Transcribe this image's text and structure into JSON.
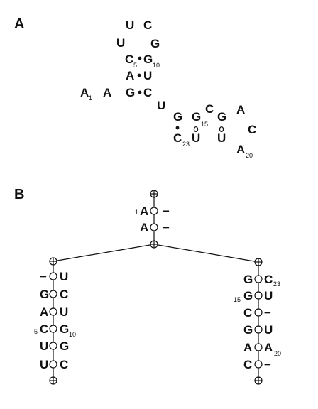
{
  "panelA": {
    "label": "A",
    "nucleotides": {
      "A1": "A",
      "A2": "A",
      "G3": "G",
      "A4": "A",
      "C5": "C",
      "U6": "U",
      "U7": "U",
      "C8": "C",
      "G9": "G",
      "G10": "G",
      "U11": "U",
      "C12": "C",
      "U13": "U",
      "G14": "G",
      "G15": "G",
      "C16": "C",
      "G17": "G",
      "A18": "A",
      "C19": "C",
      "A20": "A",
      "U21": "U",
      "U22": "U",
      "C23": "C"
    },
    "numbers": {
      "n1": "1",
      "n5": "5",
      "n10": "10",
      "n15": "15",
      "n20": "20",
      "n23": "23"
    }
  },
  "panelB": {
    "label": "B",
    "root": [
      {
        "left": "A",
        "right": "−",
        "left_num": "1"
      },
      {
        "left": "A",
        "right": "−"
      }
    ],
    "left_branch": [
      {
        "left": "−",
        "right": "U"
      },
      {
        "left": "G",
        "right": "C"
      },
      {
        "left": "A",
        "right": "U"
      },
      {
        "left": "C",
        "right": "G",
        "left_num": "5",
        "right_num": "10"
      },
      {
        "left": "U",
        "right": "G"
      },
      {
        "left": "U",
        "right": "C"
      }
    ],
    "right_branch": [
      {
        "left": "G",
        "right": "C",
        "right_num": "23"
      },
      {
        "left": "G",
        "right": "U",
        "left_num": "15"
      },
      {
        "left": "C",
        "right": "−"
      },
      {
        "left": "G",
        "right": "U"
      },
      {
        "left": "A",
        "right": "A",
        "right_num": "20"
      },
      {
        "left": "C",
        "right": "−"
      }
    ]
  }
}
